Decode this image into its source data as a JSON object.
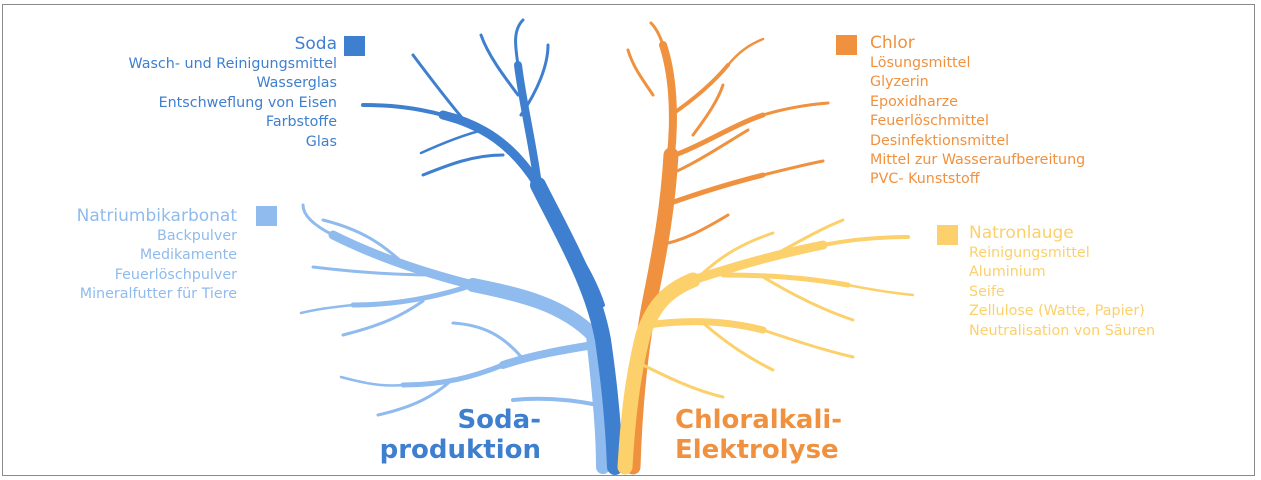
{
  "colors": {
    "soda": "#3f7fcf",
    "natrium": "#8fbbee",
    "chlor": "#f0913f",
    "natron": "#fcd06a"
  },
  "groups": {
    "soda": {
      "title": "Soda",
      "items": [
        "Wasch- und Reinigungsmittel",
        "Wasserglas",
        "Entschweflung von Eisen",
        "Farbstoffe",
        "Glas"
      ]
    },
    "natrium": {
      "title": "Natriumbikarbonat",
      "items": [
        "Backpulver",
        "Medikamente",
        "Feuerlöschpulver",
        "Mineralfutter für Tiere"
      ]
    },
    "chlor": {
      "title": "Chlor",
      "items": [
        "Lösungsmittel",
        "Glyzerin",
        "Epoxidharze",
        "Feuerlöschmittel",
        "Desinfektionsmittel",
        "Mittel zur Wasseraufbereitung",
        "PVC- Kunststoff"
      ]
    },
    "natron": {
      "title": "Natronlauge",
      "items": [
        "Reinigungsmittel",
        "Aluminium",
        "Seife",
        "Zellulose (Watte, Papier)",
        "Neutralisation von Säuren"
      ]
    }
  },
  "labels": {
    "soda_line1": "Soda-",
    "soda_line2": "produktion",
    "chlor_line1": "Chloralkali-",
    "chlor_line2": "Elektrolyse"
  }
}
